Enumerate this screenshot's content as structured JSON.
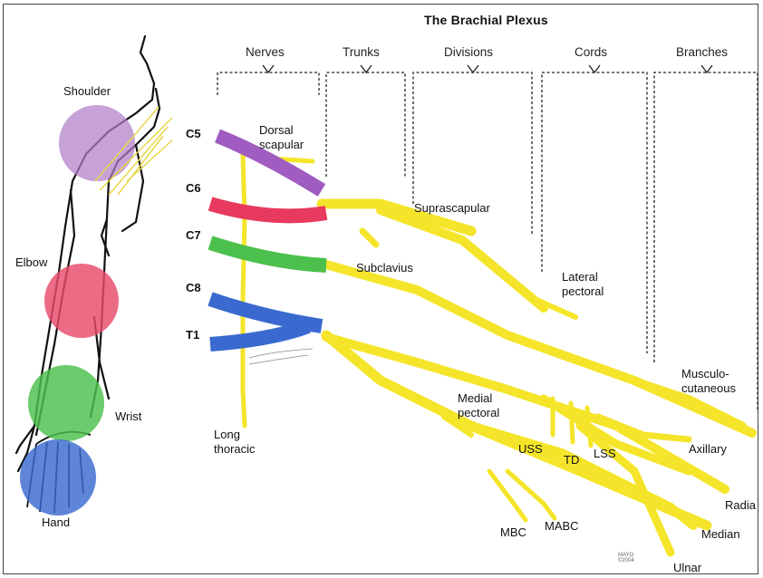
{
  "title": "The Brachial Plexus",
  "columns": [
    {
      "id": "nerves",
      "label": "Nerves"
    },
    {
      "id": "trunks",
      "label": "Trunks"
    },
    {
      "id": "divisions",
      "label": "Divisions"
    },
    {
      "id": "cords",
      "label": "Cords"
    },
    {
      "id": "branches",
      "label": "Branches"
    }
  ],
  "roots": [
    {
      "label": "C5",
      "color": "#a05cc0"
    },
    {
      "label": "C6",
      "color": "#e83a5e"
    },
    {
      "label": "C7",
      "color": "#4cc04c"
    },
    {
      "label": "C8",
      "color": "#3a6ad0"
    },
    {
      "label": "T1",
      "color": "#3a6ad0"
    }
  ],
  "nerve_labels": {
    "dorsal_scapular": "Dorsal scapular",
    "suprascapular": "Suprascapular",
    "subclavius": "Subclavius",
    "lateral_pectoral": "Lateral pectoral",
    "long_thoracic": "Long thoracic",
    "medial_pectoral": "Medial pectoral",
    "uss": "USS",
    "td": "TD",
    "lss": "LSS",
    "musculocutaneous": "Musculo-cutaneous",
    "axillary": "Axillary",
    "radial": "Radia",
    "median": "Median",
    "ulnar": "Ulnar",
    "mbc": "MBC",
    "mabc": "MABC"
  },
  "body_regions": [
    {
      "label": "Shoulder",
      "color": "#b07ec8"
    },
    {
      "label": "Elbow",
      "color": "#e84a6a"
    },
    {
      "label": "Wrist",
      "color": "#4cc04c"
    },
    {
      "label": "Hand",
      "color": "#3a6ad0"
    }
  ],
  "nerve_color": "#f5e52a",
  "watermark": [
    "MAYO",
    "©2004"
  ]
}
